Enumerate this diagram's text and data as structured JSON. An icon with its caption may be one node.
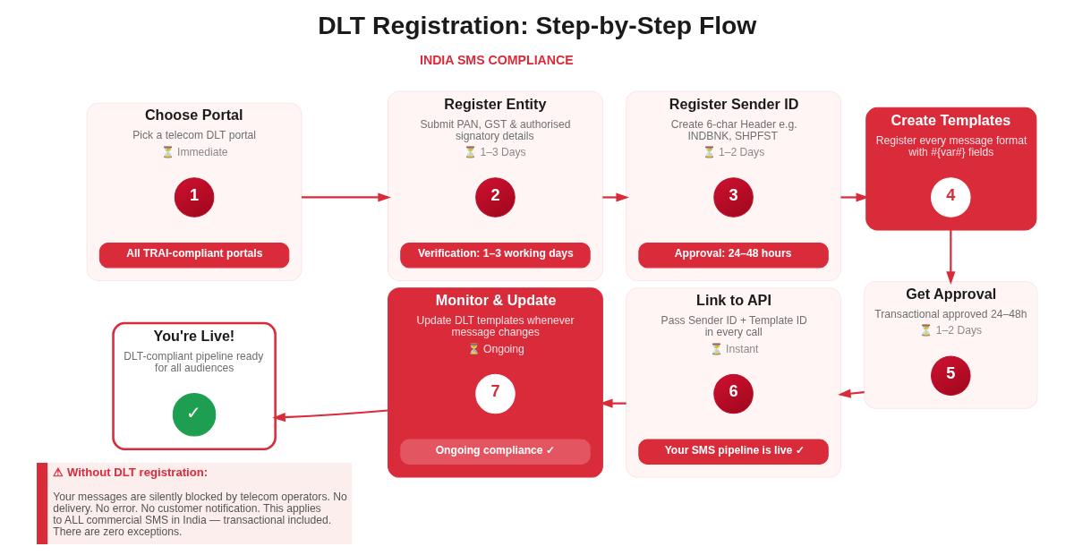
{
  "diagram": {
    "title": "DLT Registration: Step-by-Step Flow",
    "nodes": [
      {
        "text": [
          "Choose Portal",
          "Pick a telecom DLT portal",
          "⏳ Immediate"
        ]
      },
      {
        "text": [
          "1"
        ],
        "in": 0
      },
      {
        "text": [
          "All TRAI-compliant portals"
        ],
        "in": 0
      },
      {
        "text": [
          "Register Entity",
          "Submit PAN, GST & authorised signatory details",
          "⏳ 1–3 Days"
        ]
      },
      {
        "text": [
          "2"
        ],
        "in": 3
      },
      {
        "text": [
          "Verification: 1–3 working days"
        ],
        "in": 3
      },
      {
        "text": [
          "Register Sender ID",
          "Create 6-char Header e.g. INDBNK, SHPFST",
          "⏳ 1–2 Days"
        ]
      },
      {
        "text": [
          "3"
        ],
        "in": 6
      },
      {
        "text": [
          "Approval: 24–48 hours"
        ],
        "in": 6
      },
      {
        "text": [
          "Create Templates",
          "Register every message format with #{var#} fields"
        ]
      },
      {
        "text": [
          "4"
        ],
        "in": 9
      },
      {
        "text": [
          "You're Live!",
          "DLT-compliant pipeline ready for all audiences"
        ]
      },
      {
        "text": [
          "✓"
        ],
        "in": 11
      },
      {
        "text": [
          "Monitor & Update",
          "Update DLT templates whenever message changes",
          "⏳ Ongoing"
        ]
      },
      {
        "text": [
          "7"
        ],
        "in": 13
      },
      {
        "text": [
          "Ongoing compliance ✓"
        ],
        "in": 13
      },
      {
        "text": [
          "Link to API",
          "Pass Sender ID + Template ID in every call",
          "⏳ Instant"
        ]
      },
      {
        "text": [
          "6"
        ],
        "in": 16
      },
      {
        "text": [
          "Your SMS pipeline is live ✓"
        ],
        "in": 16
      },
      {
        "text": [
          "Get Approval",
          "Transactional approved 24–48h",
          "⏳ 1–2 Days"
        ]
      },
      {
        "text": [
          "5"
        ],
        "in": 19
      },
      {
        "text": [
          "⚠ Without DLT registration:",
          "Your messages are silently blocked by telecom operators. No delivery. No error. No customer notification. This applies to ALL commercial SMS in India — transactional included. There are zero exceptions."
        ]
      }
    ],
    "edges": [
      {
        "from": 0,
        "to": 3,
        "arrow": "to"
      },
      {
        "from": 3,
        "to": 6,
        "arrow": "to"
      },
      {
        "from": 6,
        "to": 9,
        "arrow": "to"
      },
      {
        "from": 9,
        "to": 19,
        "arrow": "to"
      },
      {
        "from": 19,
        "to": 16,
        "arrow": "to"
      },
      {
        "from": 16,
        "to": 13,
        "arrow": "to"
      },
      {
        "from": 13,
        "to": 11,
        "arrow": "to"
      }
    ],
    "labels": [
      "INDIA SMS COMPLIANCE"
    ]
  }
}
